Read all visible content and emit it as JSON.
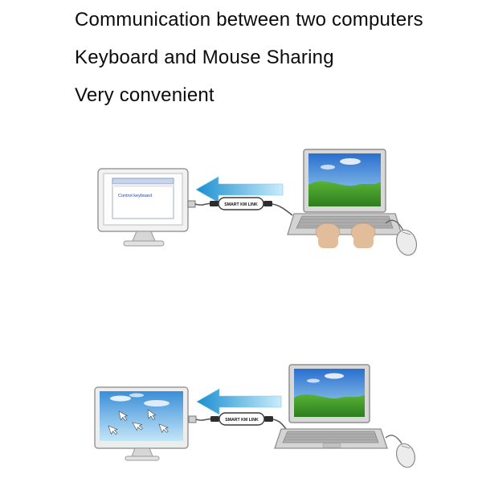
{
  "headline": {
    "line1": "Communication between two computers",
    "line2": "Keyboard and Mouse Sharing",
    "line3": "Very convenient"
  },
  "top_diagram": {
    "monitor_window_text": "Control keyboard",
    "device_label": "SMART KM LINK"
  },
  "bottom_diagram": {
    "device_label": "SMART KM LINK"
  },
  "colors": {
    "arrow_blue": "#1b8fd0",
    "arrow_light": "#c9ecfb",
    "sky_top": "#2a6fce",
    "sky_bottom": "#a8d8f2",
    "grass_top": "#58b334",
    "grass_bottom": "#2e7d1f"
  }
}
